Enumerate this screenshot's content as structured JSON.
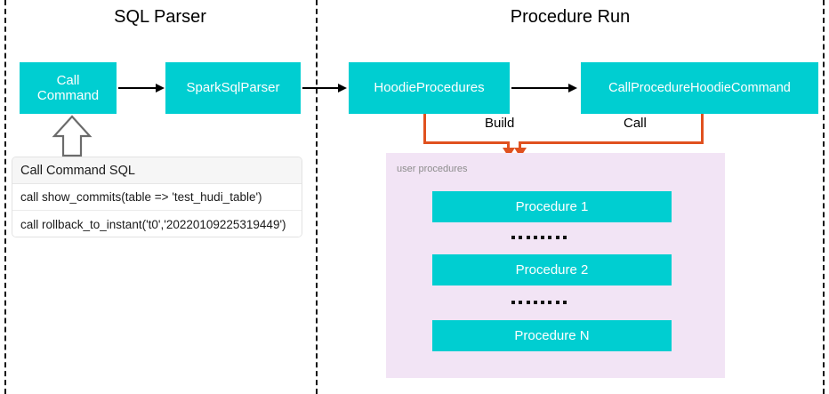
{
  "diagram": {
    "title_left": "SQL Parser",
    "title_right": "Procedure Run",
    "colors": {
      "node_teal": "#00CED1",
      "panel_pink": "#F2E4F5",
      "connector_orange": "#E0511F",
      "arrow_black": "#000000",
      "divider_dashed": "#111111",
      "panel_label_gray": "#8d8d8d"
    },
    "dividers": [
      "left-dashed-divider",
      "middle-dashed-divider",
      "right-dashed-divider"
    ]
  },
  "nodes": {
    "call_command": "Call Command",
    "call_command_line1": "Call",
    "call_command_line2": "Command",
    "spark_sql_parser": "SparkSqlParser",
    "hoodie_procedures": "HoodieProcedures",
    "call_procedure_hoodie_command": "CallProcedureHoodieCommand"
  },
  "sql_table": {
    "header": "Call Command SQL",
    "rows": [
      "call show_commits(table => 'test_hudi_table')",
      "call rollback_to_instant('t0','20220109225319449')"
    ]
  },
  "connectors": {
    "build_label": "Build",
    "call_label": "Call"
  },
  "procedures_panel": {
    "label": "user procedures",
    "items": [
      "Procedure 1",
      "Procedure 2",
      "Procedure N"
    ],
    "separator_dot_count": 8
  }
}
